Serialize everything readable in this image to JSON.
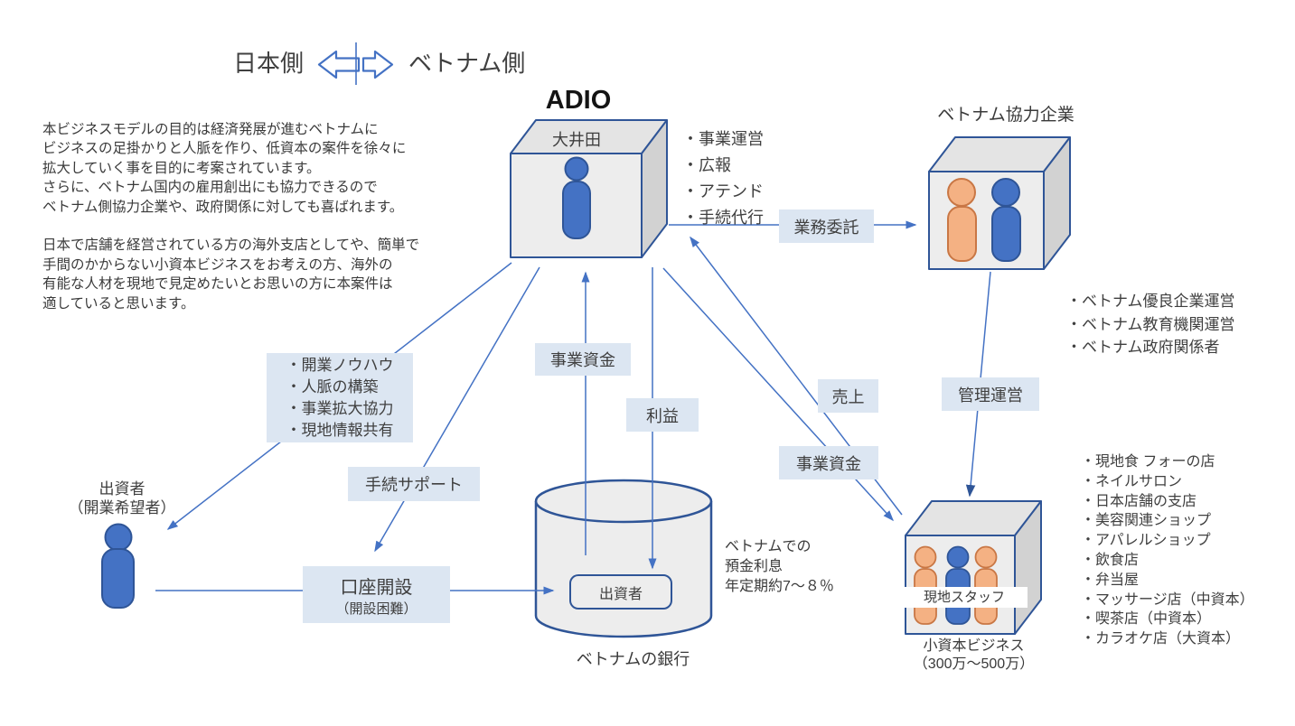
{
  "header": {
    "left_label": "日本側",
    "right_label": "ベトナム側",
    "left_arrow_icon": "block-arrow-left",
    "right_arrow_icon": "block-arrow-right"
  },
  "intro": {
    "text": "本ビジネスモデルの目的は経済発展が進むベトナムに\nビジネスの足掛かりと人脈を作り、低資本の案件を徐々に\n拡大していく事を目的に考案されています。\nさらに、ベトナム国内の雇用創出にも協力できるので\nベトナム側協力企業や、政府関係に対しても喜ばれます。\n\n日本で店舗を経営されている方の海外支店としてや、簡単で\n手間のかからない小資本ビジネスをお考えの方、海外の\n有能な人材を現地で見定めたいとお思いの方に本案件は\n適していると思います。"
  },
  "adio": {
    "title": "ADIO",
    "person_label": "大井田",
    "person_icon": "person-icon",
    "roles": [
      "・事業運営",
      "・広報",
      "・アテンド",
      "・手続代行"
    ]
  },
  "vietnam_partner": {
    "title": "ベトナム協力企業",
    "members": [
      "・ベトナム優良企業運営",
      "・ベトナム教育機関運営",
      "・ベトナム政府関係者"
    ]
  },
  "investor": {
    "label": "出資者\n（開業希望者）"
  },
  "support_box": {
    "items": [
      "・開業ノウハウ",
      "・人脈の構築",
      "・事業拡大協力",
      "・現地情報共有"
    ]
  },
  "labels": {
    "procedure_support": "手続サポート",
    "account_opening_main": "口座開設",
    "account_opening_sub": "（開設困難）",
    "business_funds_left": "事業資金",
    "profit": "利益",
    "outsourcing": "業務委託",
    "sales": "売上",
    "business_funds_right": "事業資金",
    "management": "管理運営"
  },
  "bank": {
    "inner_label": "出資者",
    "caption": "ベトナムの銀行",
    "interest_note": "ベトナムでの\n預金利息\n年定期約7～８％"
  },
  "small_business": {
    "staff_label": "現地スタッフ",
    "caption": "小資本ビジネス\n（300万～500万）",
    "examples": [
      "・現地食 フォーの店",
      "・ネイルサロン",
      "・日本店舗の支店",
      "・美容関連ショップ",
      "・アパレルショップ",
      "・飲食店",
      "・弁当屋",
      "・マッサージ店（中資本）",
      "・喫茶店（中資本）",
      "・カラオケ店（大資本）"
    ]
  },
  "colors": {
    "accent_line": "#4472C4",
    "dark_outline": "#2F5597",
    "label_fill": "#DCE6F2",
    "cube_fill": "#EDEDED",
    "person_blue": "#4472C4",
    "person_orange": "#F4B183"
  }
}
